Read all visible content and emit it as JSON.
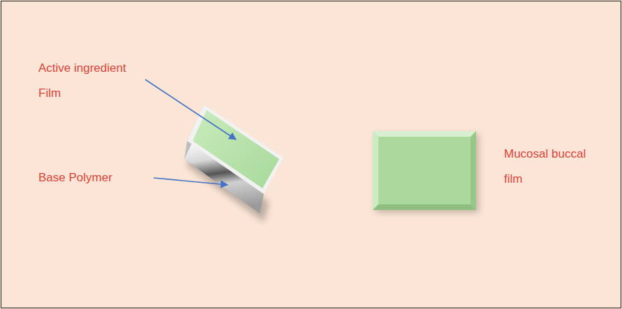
{
  "diagram": {
    "labels": [
      "Active ingredient Film",
      "Base Polymer",
      "Mucosal buccal film"
    ]
  }
}
